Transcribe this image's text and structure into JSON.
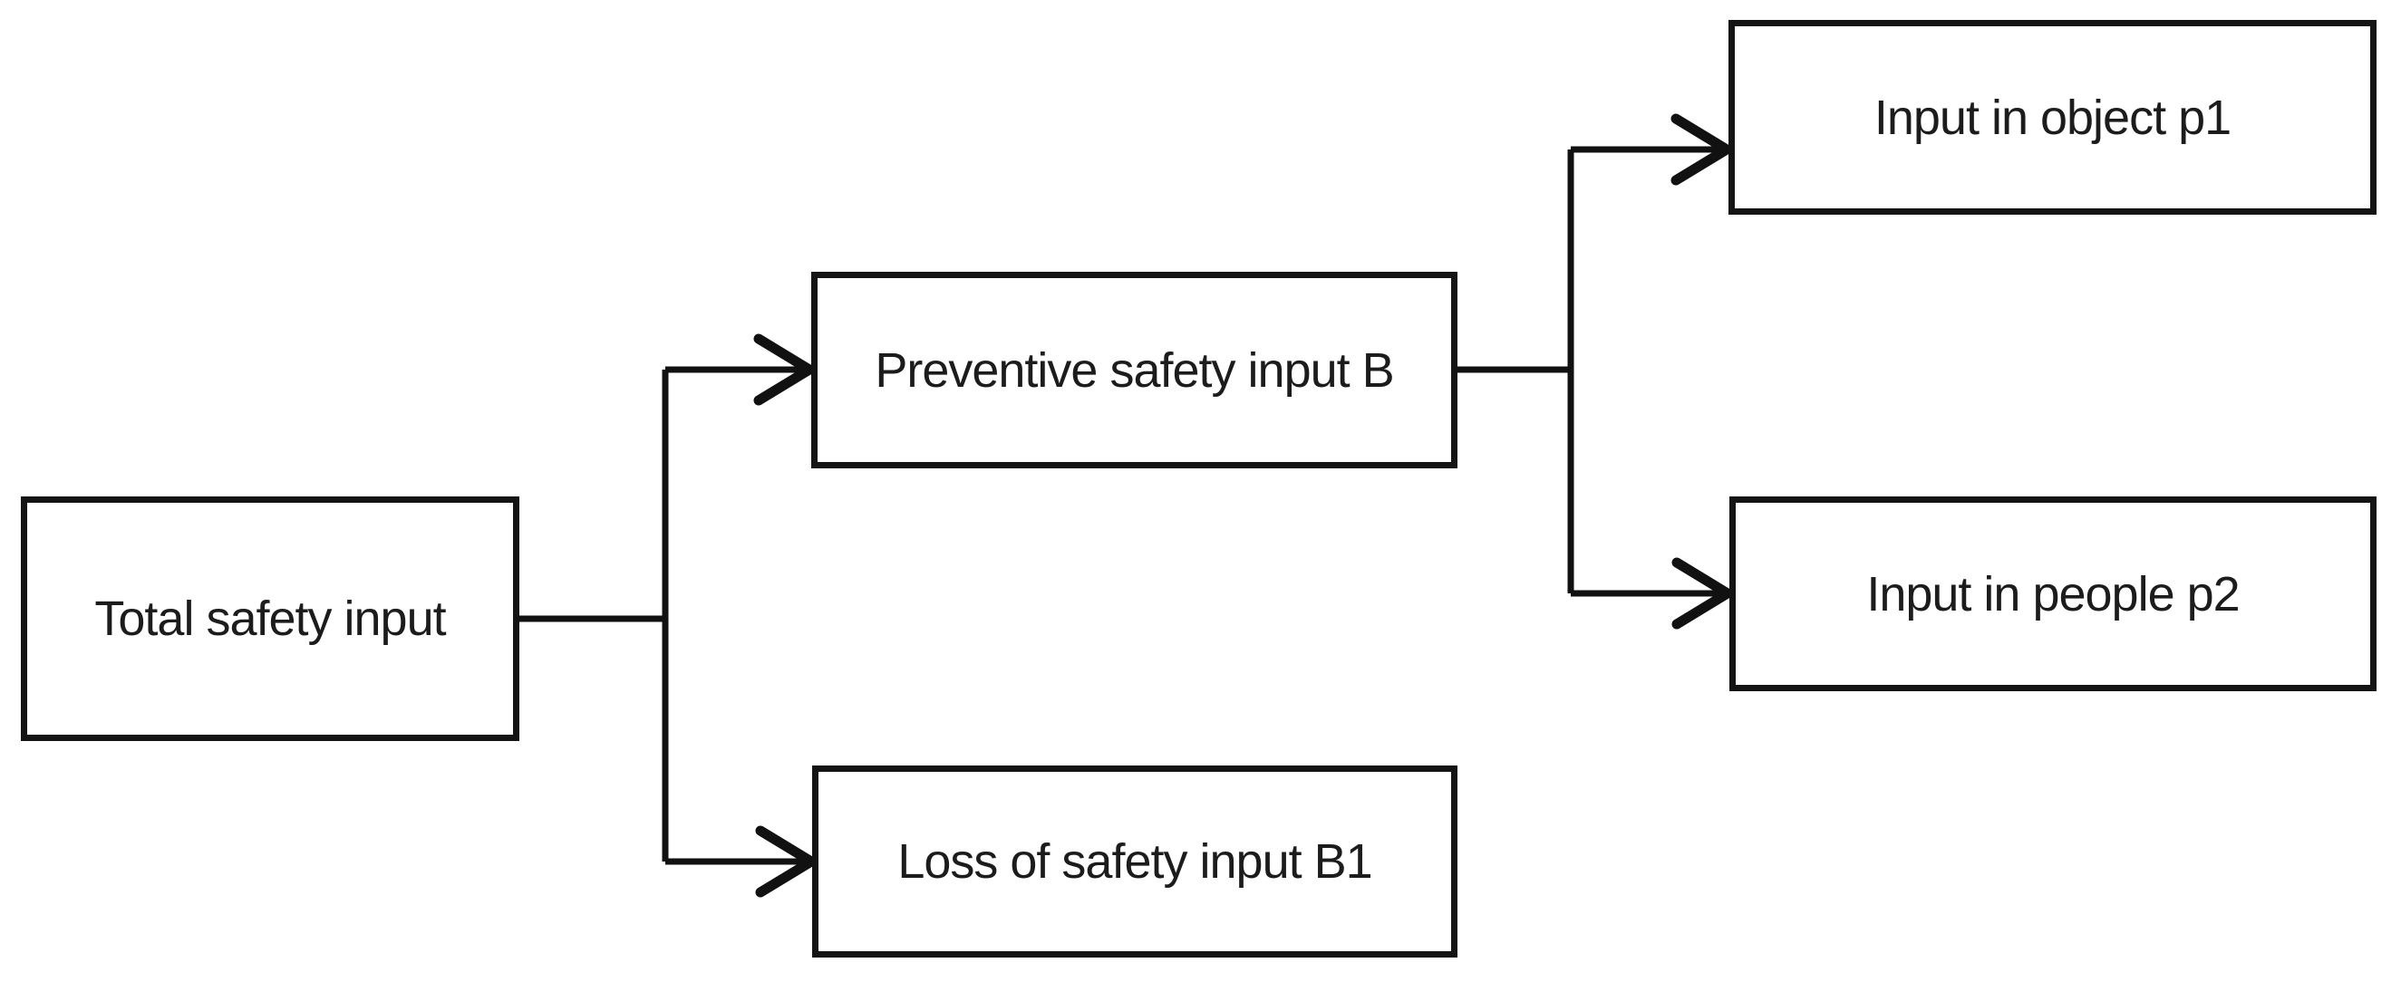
{
  "diagram": {
    "type": "flowchart",
    "direction": "left-to-right",
    "background_color": "#ffffff",
    "line_color": "#111111",
    "box_fill_color": "#ffffff",
    "box_border_color": "#141414",
    "nodes": {
      "total": {
        "label": "Total safety input"
      },
      "preventive": {
        "label": "Preventive safety input B"
      },
      "loss": {
        "label": "Loss of safety input B1"
      },
      "p1": {
        "label": "Input in object p1"
      },
      "p2": {
        "label": "Input in people p2"
      }
    },
    "edges": [
      {
        "from": "Total safety input",
        "to": "Preventive safety input B"
      },
      {
        "from": "Total safety input",
        "to": "Loss of safety input B1"
      },
      {
        "from": "Preventive safety input B",
        "to": "Input in object p1"
      },
      {
        "from": "Preventive safety input B",
        "to": "Input in people p2"
      }
    ]
  }
}
